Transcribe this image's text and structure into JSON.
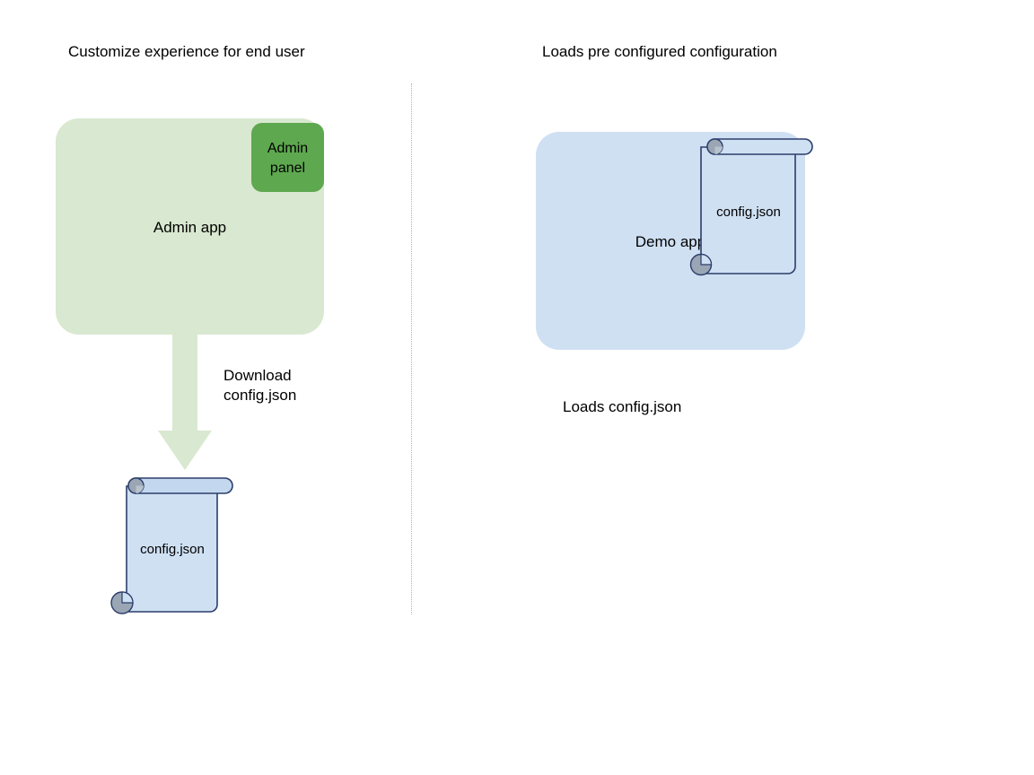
{
  "diagram": {
    "title_left": "Customize experience for end user",
    "title_right": "Loads pre configured configuration",
    "left_flow": {
      "app_box": {
        "label": "Admin app",
        "fill": "#d9e8d0"
      },
      "admin_panel": {
        "label": "Admin panel",
        "line1": "Admin",
        "line2": "panel",
        "fill": "#5ea84f"
      },
      "arrow": {
        "label_line1": "Download",
        "label_line2": "config.json",
        "direction": "down",
        "fill": "#d9e8d0"
      },
      "document": {
        "label": "config.json",
        "fill": "#cfe0f3",
        "stroke": "#2c3e6b",
        "roll_fill": "#c3d8ef",
        "curl_fill": "#9aa6b4"
      }
    },
    "right_flow": {
      "app_box": {
        "label": "Demo app",
        "fill": "#cfe0f3"
      },
      "document": {
        "label": "config.json",
        "fill": "#cfe0f3",
        "stroke": "#2c3e6b",
        "roll_fill": "#cfe0f3",
        "curl_fill": "#9aa6b4"
      },
      "caption": "Loads config.json"
    },
    "divider": {
      "style": "dotted",
      "color": "#b0b0b0"
    }
  }
}
